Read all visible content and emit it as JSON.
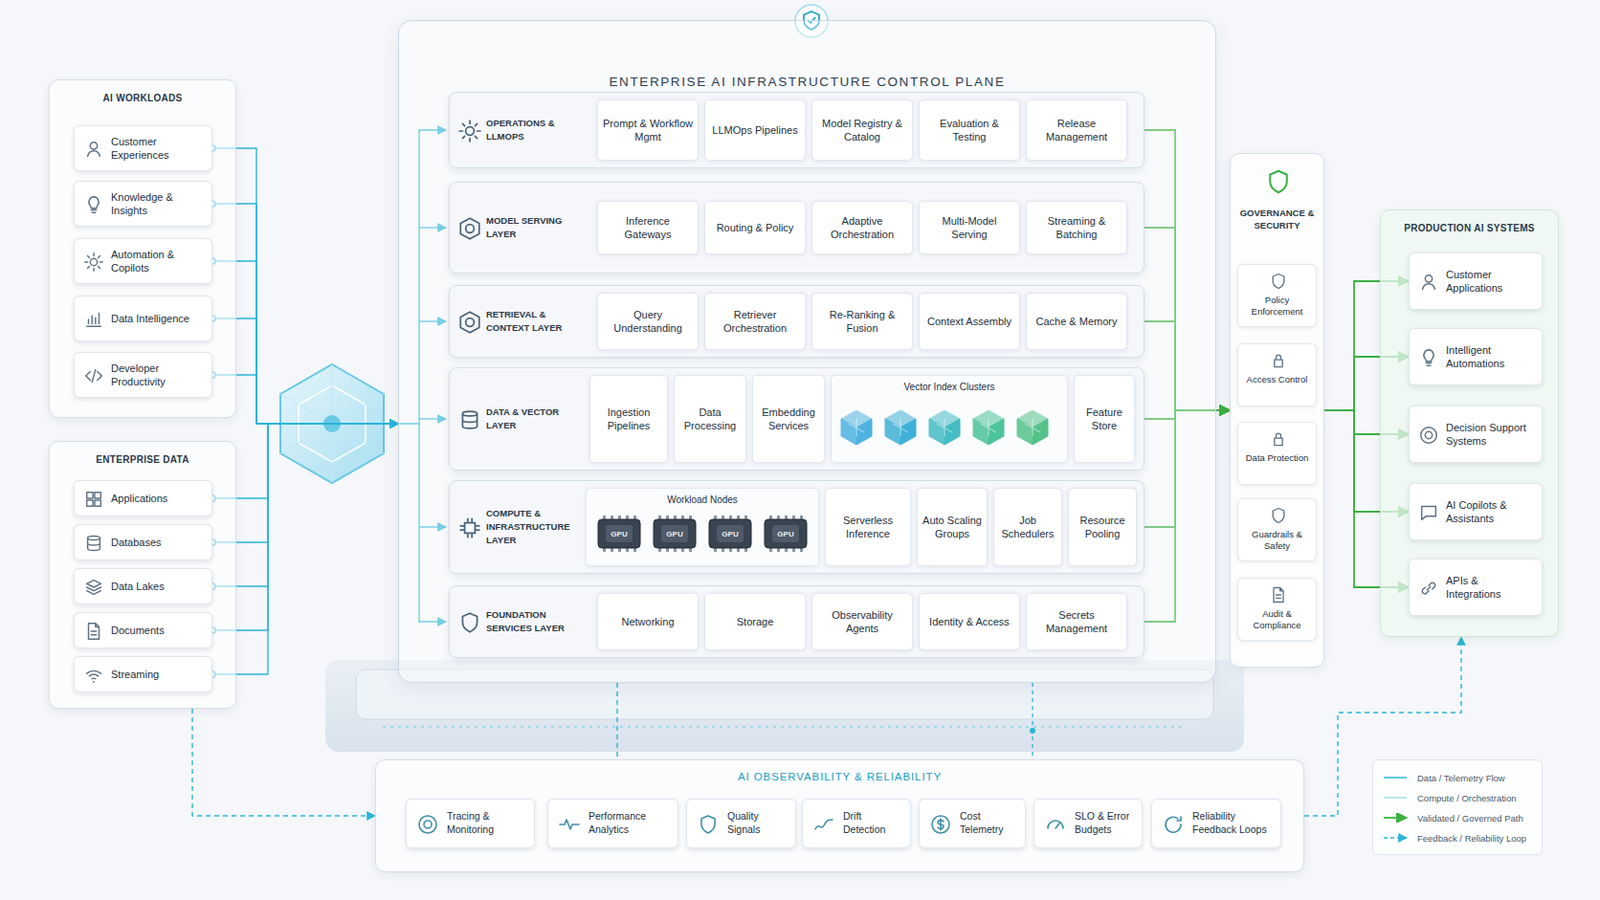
{
  "diagram": {
    "nodes": [
      {
        "text": [
          "AI WORKLOADS"
        ]
      },
      {
        "text": [
          "Customer Experiences"
        ],
        "in": 0
      },
      {
        "text": [
          "Knowledge & Insights"
        ],
        "in": 0
      },
      {
        "text": [
          "Automation & Copilots"
        ],
        "in": 0
      },
      {
        "text": [
          "Data Intelligence"
        ],
        "in": 0
      },
      {
        "text": [
          "Developer Productivity"
        ],
        "in": 0
      },
      {
        "text": [
          "ENTERPRISE DATA"
        ]
      },
      {
        "text": [
          "Applications"
        ],
        "in": 6
      },
      {
        "text": [
          "Databases"
        ],
        "in": 6
      },
      {
        "text": [
          "Data Lakes"
        ],
        "in": 6
      },
      {
        "text": [
          "Documents"
        ],
        "in": 6
      },
      {
        "text": [
          "Streaming"
        ],
        "in": 6
      },
      {
        "text": [
          "ENTERPRISE AI INFRASTRUCTURE CONTROL PLANE"
        ]
      },
      {
        "text": [
          "OPERATIONS & LLMOPS"
        ],
        "in": 12
      },
      {
        "text": [
          "Prompt & Workflow Mgmt"
        ],
        "in": 13
      },
      {
        "text": [
          "LLMOps Pipelines"
        ],
        "in": 13
      },
      {
        "text": [
          "Model Registry & Catalog"
        ],
        "in": 13
      },
      {
        "text": [
          "Evaluation & Testing"
        ],
        "in": 13
      },
      {
        "text": [
          "Release Management"
        ],
        "in": 13
      },
      {
        "text": [
          "MODEL SERVING LAYER"
        ],
        "in": 12
      },
      {
        "text": [
          "Inference Gateways"
        ],
        "in": 19
      },
      {
        "text": [
          "Routing & Policy"
        ],
        "in": 19
      },
      {
        "text": [
          "Adaptive Orchestration"
        ],
        "in": 19
      },
      {
        "text": [
          "Multi-Model Serving"
        ],
        "in": 19
      },
      {
        "text": [
          "Streaming & Batching"
        ],
        "in": 19
      },
      {
        "text": [
          "RETRIEVAL & CONTEXT LAYER"
        ],
        "in": 12
      },
      {
        "text": [
          "Query Understanding"
        ],
        "in": 25
      },
      {
        "text": [
          "Retriever Orchestration"
        ],
        "in": 25
      },
      {
        "text": [
          "Re-Ranking & Fusion"
        ],
        "in": 25
      },
      {
        "text": [
          "Context Assembly"
        ],
        "in": 25
      },
      {
        "text": [
          "Cache & Memory"
        ],
        "in": 25
      },
      {
        "text": [
          "DATA & VECTOR LAYER"
        ],
        "in": 12
      },
      {
        "text": [
          "Ingestion Pipelines"
        ],
        "in": 31
      },
      {
        "text": [
          "Data Processing"
        ],
        "in": 31
      },
      {
        "text": [
          "Embedding Services"
        ],
        "in": 31
      },
      {
        "text": [
          "Vector Index Clusters"
        ],
        "in": 31
      },
      {
        "text": [
          "Feature Store"
        ],
        "in": 31
      },
      {
        "text": [
          "COMPUTE & INFRASTRUCTURE LAYER"
        ],
        "in": 12
      },
      {
        "text": [
          "Workload Nodes"
        ],
        "in": 37
      },
      {
        "text": [
          "Serverless Inference"
        ],
        "in": 37
      },
      {
        "text": [
          "Auto Scaling Groups"
        ],
        "in": 37
      },
      {
        "text": [
          "Job Schedulers"
        ],
        "in": 37
      },
      {
        "text": [
          "Resource Pooling"
        ],
        "in": 37
      },
      {
        "text": [
          "FOUNDATION SERVICES LAYER"
        ],
        "in": 12
      },
      {
        "text": [
          "Networking"
        ],
        "in": 43
      },
      {
        "text": [
          "Storage"
        ],
        "in": 43
      },
      {
        "text": [
          "Observability Agents"
        ],
        "in": 43
      },
      {
        "text": [
          "Identity & Access"
        ],
        "in": 43
      },
      {
        "text": [
          "Secrets Management"
        ],
        "in": 43
      },
      {
        "text": [
          "GOVERNANCE & SECURITY"
        ]
      },
      {
        "text": [
          "Policy Enforcement"
        ],
        "in": 49
      },
      {
        "text": [
          "Access Control"
        ],
        "in": 49
      },
      {
        "text": [
          "Data Protection"
        ],
        "in": 49
      },
      {
        "text": [
          "Guardrails & Safety"
        ],
        "in": 49
      },
      {
        "text": [
          "Audit & Compliance"
        ],
        "in": 49
      },
      {
        "text": [
          "PRODUCTION AI SYSTEMS"
        ]
      },
      {
        "text": [
          "Customer Applications"
        ],
        "in": 55
      },
      {
        "text": [
          "Intelligent Automations"
        ],
        "in": 55
      },
      {
        "text": [
          "Decision Support Systems"
        ],
        "in": 55
      },
      {
        "text": [
          "AI Copilots & Assistants"
        ],
        "in": 55
      },
      {
        "text": [
          "APIs & Integrations"
        ],
        "in": 55
      },
      {
        "text": [
          "AI OBSERVABILITY & RELIABILITY"
        ]
      },
      {
        "text": [
          "Tracing & Monitoring"
        ],
        "in": 61
      },
      {
        "text": [
          "Performance Analytics"
        ],
        "in": 61
      },
      {
        "text": [
          "Quality Signals"
        ],
        "in": 61
      },
      {
        "text": [
          "Drift Detection"
        ],
        "in": 61
      },
      {
        "text": [
          "Cost Telemetry"
        ],
        "in": 61
      },
      {
        "text": [
          "SLO & Error Budgets"
        ],
        "in": 61
      },
      {
        "text": [
          "Reliability Feedback Loops"
        ],
        "in": 61
      }
    ],
    "edges": [
      {
        "from": 1,
        "to": 12,
        "arrow": "to"
      },
      {
        "from": 2,
        "to": 12,
        "arrow": "to"
      },
      {
        "from": 3,
        "to": 12,
        "arrow": "to"
      },
      {
        "from": 4,
        "to": 12,
        "arrow": "to"
      },
      {
        "from": 5,
        "to": 12,
        "arrow": "to"
      },
      {
        "from": 7,
        "to": 12,
        "arrow": "to"
      },
      {
        "from": 8,
        "to": 12,
        "arrow": "to"
      },
      {
        "from": 9,
        "to": 12,
        "arrow": "to"
      },
      {
        "from": 10,
        "to": 12,
        "arrow": "to"
      },
      {
        "from": 11,
        "to": 12,
        "arrow": "to"
      },
      {
        "from": 6,
        "to": 61,
        "arrow": "to"
      },
      {
        "from": 12,
        "to": 61,
        "arrow": "none"
      },
      {
        "from": 13,
        "to": 49,
        "arrow": "to"
      },
      {
        "from": 19,
        "to": 49,
        "arrow": "to"
      },
      {
        "from": 25,
        "to": 49,
        "arrow": "to"
      },
      {
        "from": 31,
        "to": 49,
        "arrow": "to"
      },
      {
        "from": 37,
        "to": 49,
        "arrow": "to"
      },
      {
        "from": 43,
        "to": 49,
        "arrow": "to"
      },
      {
        "from": 49,
        "to": 56,
        "arrow": "to"
      },
      {
        "from": 49,
        "to": 57,
        "arrow": "to"
      },
      {
        "from": 49,
        "to": 58,
        "arrow": "to"
      },
      {
        "from": 49,
        "to": 59,
        "arrow": "to"
      },
      {
        "from": 49,
        "to": 60,
        "arrow": "to"
      },
      {
        "from": 61,
        "to": 55,
        "arrow": "to"
      }
    ],
    "labels": [
      "GPU",
      "GPU",
      "GPU",
      "GPU"
    ],
    "legend": [
      {
        "text": "Data / Telemetry Flow"
      },
      {
        "text": "Compute / Orchestration"
      },
      {
        "text": "Validated / Governed Path"
      },
      {
        "text": "Feedback / Reliability Loop"
      }
    ]
  }
}
